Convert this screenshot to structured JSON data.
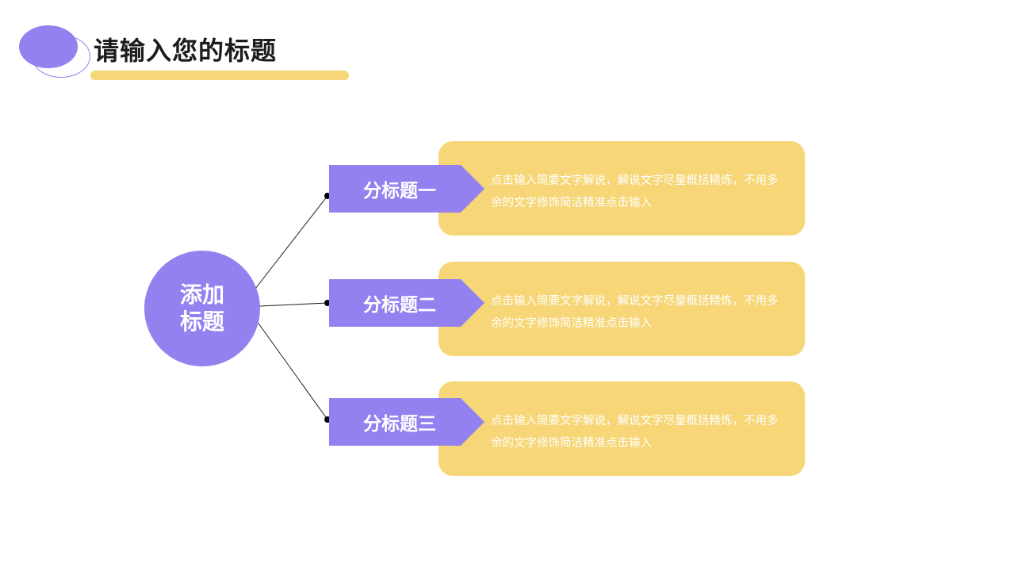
{
  "header": {
    "title": "请输入您的标题"
  },
  "diagram": {
    "center_label": "添加标题",
    "items": [
      {
        "tag": "分标题一",
        "description": "点击输入简要文字解说，解说文字尽量概括精炼，不用多余的文字修饰简洁精准点击输入"
      },
      {
        "tag": "分标题二",
        "description": "点击输入简要文字解说，解说文字尽量概括精炼，不用多余的文字修饰简洁精准点击输入"
      },
      {
        "tag": "分标题三",
        "description": "点击输入简要文字解说，解说文字尽量概括精炼，不用多余的文字修饰简洁精准点击输入"
      }
    ]
  },
  "colors": {
    "accent_purple": "#9281ef",
    "accent_yellow": "#f6d677",
    "title_text": "#1c1c1c"
  }
}
